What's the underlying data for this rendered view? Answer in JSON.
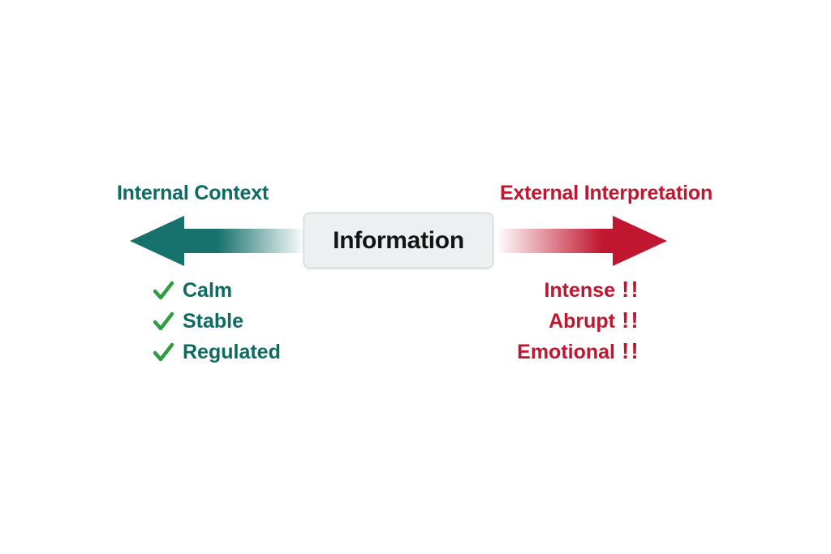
{
  "diagram": {
    "center_label": "Information",
    "left": {
      "title": "Internal Context",
      "items": [
        "Calm",
        "Stable",
        "Regulated"
      ],
      "item_marker": "checkmark",
      "arrow_direction": "left",
      "colors": {
        "title_text": "#0d6b64",
        "item_text": "#0d6b64",
        "arrow": "#17716d",
        "checkmark": "#2e9e41"
      }
    },
    "right": {
      "title": "External Interpretation",
      "items": [
        "Intense",
        "Abrupt",
        "Emotional"
      ],
      "item_suffix": "!!",
      "arrow_direction": "right",
      "colors": {
        "title_text": "#c0162f",
        "item_text": "#c0162f",
        "arrow": "#c0162f"
      }
    },
    "center_box": {
      "fill": "#edf0f1",
      "border": "#c9ced1",
      "text_color": "#141414"
    },
    "background": "#ffffff"
  }
}
